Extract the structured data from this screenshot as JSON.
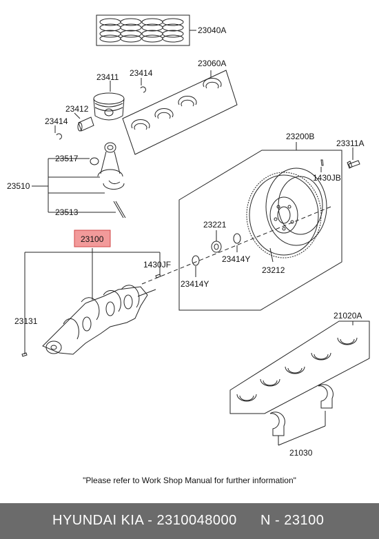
{
  "labels": {
    "p23040A": "23040A",
    "p23060A": "23060A",
    "p23411": "23411",
    "p23414_top": "23414",
    "p23412": "23412",
    "p23414_left": "23414",
    "p23517": "23517",
    "p23510": "23510",
    "p23513": "23513",
    "p23100": "23100",
    "p1430JF": "1430JF",
    "p23131": "23131",
    "p23200B": "23200B",
    "p23311A": "23311A",
    "p1430JB": "1430JB",
    "p23221": "23221",
    "p23414Y_right": "23414Y",
    "p23212": "23212",
    "p23414Y_left": "23414Y",
    "p21020A": "21020A",
    "p21030": "21030"
  },
  "note": "\"Please refer to Work Shop Manual for further information\"",
  "footer": {
    "brand": "HYUNDAI  KIA - 2310048000",
    "ref": "N - 23100"
  },
  "colors": {
    "highlight": "#f29a9a",
    "footer_bg": "#6b6b6b"
  }
}
